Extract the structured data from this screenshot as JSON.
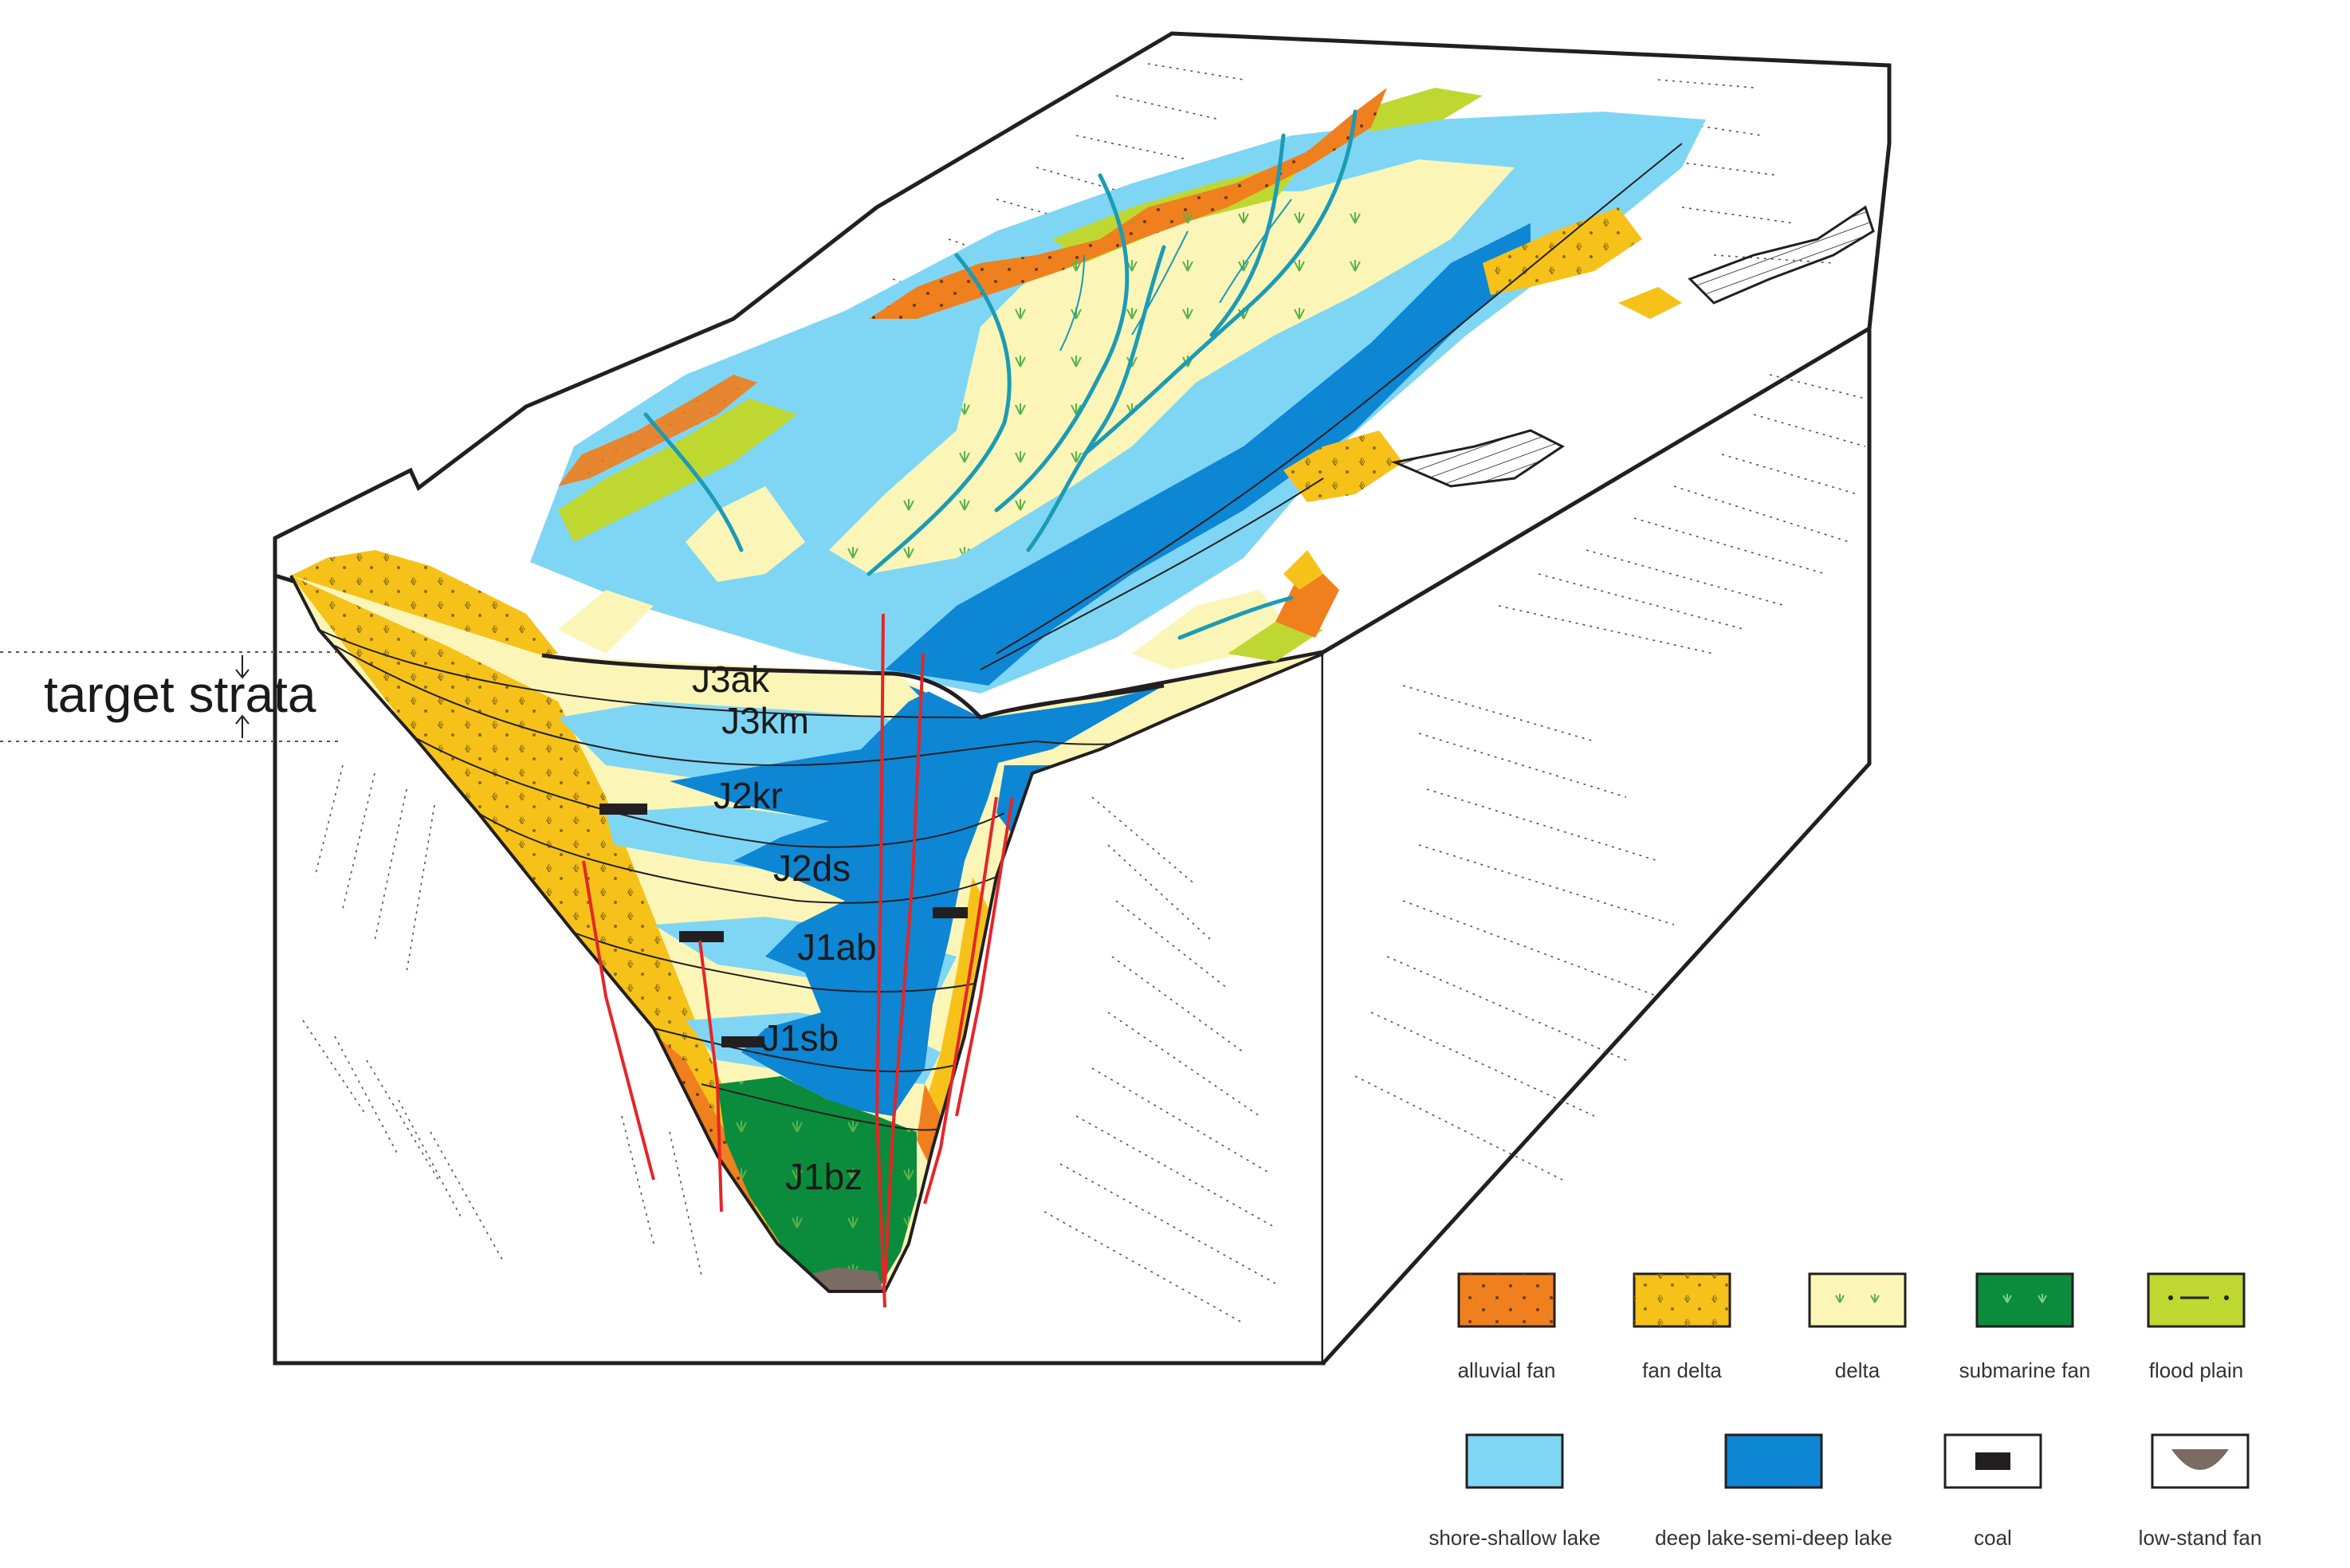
{
  "side_label": {
    "text": "target strata"
  },
  "strata": [
    "J3ak",
    "J3km",
    "J2kr",
    "J2ds",
    "J1ab",
    "J1sb",
    "J1bz"
  ],
  "legend": [
    {
      "id": "alluvial",
      "label": "alluvial fan",
      "color": "#f07f1e",
      "pattern": "dots"
    },
    {
      "id": "fandelta",
      "label": "fan delta",
      "color": "#f6c21a",
      "pattern": "fan"
    },
    {
      "id": "delta",
      "label": "delta",
      "color": "#fbf6b8",
      "pattern": "grass"
    },
    {
      "id": "submarine",
      "label": "submarine fan",
      "color": "#0b8c3c",
      "pattern": "grass-dark"
    },
    {
      "id": "flood",
      "label": "flood plain",
      "color": "#bfd731",
      "pattern": "dashdot"
    },
    {
      "id": "shallow",
      "label": "shore-shallow lake",
      "color": "#7fd6f4",
      "pattern": "none"
    },
    {
      "id": "deep",
      "label": "deep lake-semi-deep lake",
      "color": "#0d86d4",
      "pattern": "none"
    },
    {
      "id": "coal",
      "label": "coal",
      "color": "#231f20",
      "pattern": "coal"
    },
    {
      "id": "lowstand",
      "label": "low-stand fan",
      "color": "#7a6b63",
      "pattern": "bowl"
    }
  ],
  "colors": {
    "alluvial": "#f07f1e",
    "fandelta": "#f6c21a",
    "delta": "#fbf6b8",
    "submarine": "#0b8c3c",
    "flood": "#bfd731",
    "shallow": "#7fd6f4",
    "deep": "#0d86d4",
    "coal": "#231f20",
    "lowstand": "#7a6b63",
    "fault": "#e52528",
    "channel": "#1b9bb6",
    "outline": "#231f20"
  }
}
